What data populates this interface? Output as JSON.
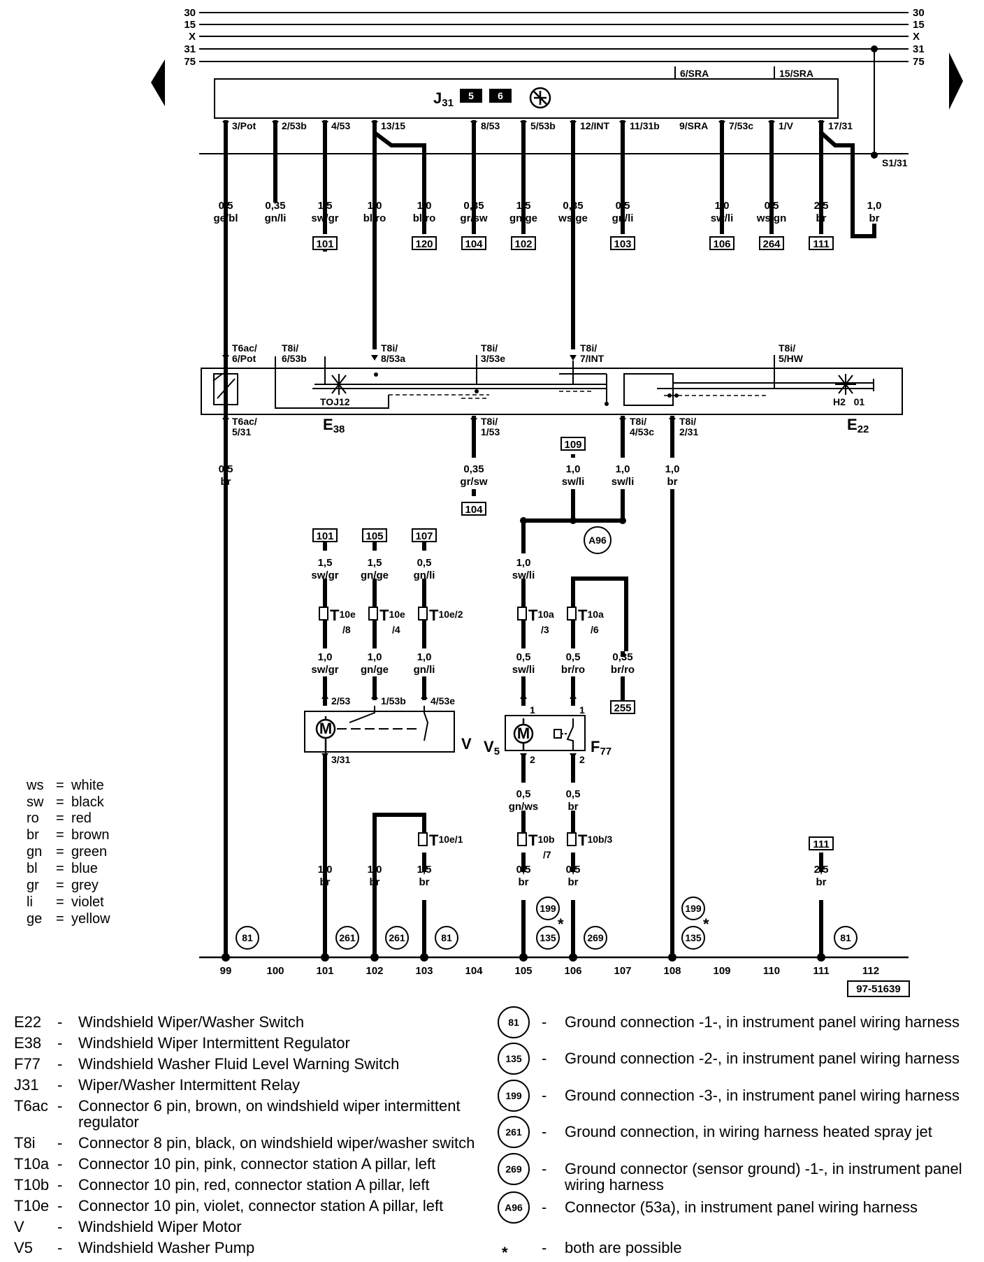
{
  "diagram_id": "97-51639",
  "bus_lines": [
    "30",
    "15",
    "X",
    "31",
    "75"
  ],
  "relay": {
    "name": "J31",
    "main": "J",
    "sub": "31",
    "boxes": [
      "5",
      "6"
    ],
    "sra_top": [
      "6/SRA",
      "15/SRA"
    ],
    "pins": [
      "3/Pot",
      "2/53b",
      "4/53",
      "13/15",
      "8/53",
      "5/53b",
      "12/INT",
      "11/31b",
      "9/SRA",
      "7/53c",
      "1/V",
      "17/31"
    ],
    "s_label": "S1/31"
  },
  "wires_top": [
    {
      "size": "0,5",
      "color": "ge/bl"
    },
    {
      "size": "0,35",
      "color": "gn/li"
    },
    {
      "size": "1,5",
      "color": "sw/gr",
      "ref": "101"
    },
    {
      "size": "1,0",
      "color": "bl/ro"
    },
    {
      "size": "1,0",
      "color": "bl/ro",
      "ref": "120"
    },
    {
      "size": "0,35",
      "color": "gr/sw",
      "ref": "104"
    },
    {
      "size": "1,5",
      "color": "gn/ge",
      "ref": "102"
    },
    {
      "size": "0,35",
      "color": "ws/ge"
    },
    {
      "size": "0,5",
      "color": "gn/li",
      "ref": "103"
    },
    {
      "size": "1,0",
      "color": "sw/li",
      "ref": "106"
    },
    {
      "size": "0,5",
      "color": "ws/gn",
      "ref": "264"
    },
    {
      "size": "2,5",
      "color": "br",
      "ref": "111"
    },
    {
      "size": "1,0",
      "color": "br"
    }
  ],
  "switch_pins_top": [
    {
      "a": "T6ac/",
      "b": "6/Pot"
    },
    {
      "a": "T8i/",
      "b": "6/53b"
    },
    {
      "a": "T8i/",
      "b": "8/53a"
    },
    {
      "a": "T8i/",
      "b": "3/53e"
    },
    {
      "a": "T8i/",
      "b": "7/INT"
    },
    {
      "a": "T8i/",
      "b": "5/HW"
    }
  ],
  "switch_pins_bottom": [
    {
      "a": "T6ac/",
      "b": "5/31"
    },
    {
      "a": "T8i/",
      "b": "1/53"
    },
    {
      "a": "T8i/",
      "b": "4/53c"
    },
    {
      "a": "T8i/",
      "b": "2/31"
    }
  ],
  "switch_marks": {
    "left": "TOJ12",
    "right": "H2   01"
  },
  "components": {
    "e38_main": "E",
    "e38_sub": "38",
    "e22_main": "E",
    "e22_sub": "22",
    "v": "V",
    "v5_main": "V",
    "v5_sub": "5",
    "f77_main": "F",
    "f77_sub": "77",
    "motor": "M"
  },
  "mid_wires": [
    {
      "ref": "104",
      "size": "0,35",
      "color": "gr/sw"
    },
    {
      "ref": "109",
      "size": "1,0",
      "color": "sw/li"
    },
    {
      "size": "1,0",
      "color": "sw/li"
    },
    {
      "size": "0,5",
      "color": "br"
    },
    {
      "size": "1,0",
      "color": "br"
    }
  ],
  "lower_refs": [
    "101",
    "105",
    "107"
  ],
  "lower_wires_a": [
    {
      "size": "1,5",
      "color": "sw/gr"
    },
    {
      "size": "1,5",
      "color": "gn/ge"
    },
    {
      "size": "0,5",
      "color": "gn/li"
    },
    {
      "size": "1,0",
      "color": "sw/li"
    }
  ],
  "connectors_mid": [
    {
      "main": "T",
      "sub": "10e",
      "pin": "/8"
    },
    {
      "main": "T",
      "sub": "10e",
      "pin": "/4"
    },
    {
      "main": "T",
      "sub": "10e/2",
      "pin": ""
    },
    {
      "main": "T",
      "sub": "10a",
      "pin": "/3"
    },
    {
      "main": "T",
      "sub": "10a",
      "pin": "/6"
    }
  ],
  "lower_wires_b": [
    {
      "size": "1,0",
      "color": "sw/gr"
    },
    {
      "size": "1,0",
      "color": "gn/ge"
    },
    {
      "size": "1,0",
      "color": "gn/li"
    },
    {
      "size": "0,5",
      "color": "sw/li"
    },
    {
      "size": "0,5",
      "color": "br/ro"
    },
    {
      "size": "0,35",
      "color": "br/ro",
      "ref": "255"
    }
  ],
  "motor_pins": [
    "2/53",
    "1/53b",
    "4/53e",
    "3/31"
  ],
  "pump_pins": [
    "1",
    "1",
    "2",
    "2"
  ],
  "lower_wires_c": [
    {
      "size": "0,5",
      "color": "gn/ws"
    },
    {
      "size": "0,5",
      "color": "br"
    }
  ],
  "connectors_low": [
    {
      "main": "T",
      "sub": "10e/1",
      "pin": ""
    },
    {
      "main": "T",
      "sub": "10b",
      "pin": "/7"
    },
    {
      "main": "T",
      "sub": "10b/3",
      "pin": ""
    }
  ],
  "ground_wires": [
    {
      "size": "1,0",
      "color": "br"
    },
    {
      "size": "1,0",
      "color": "br"
    },
    {
      "size": "1,5",
      "color": "br"
    },
    {
      "size": "0,5",
      "color": "br"
    },
    {
      "size": "0,5",
      "color": "br"
    },
    {
      "size": "2,5",
      "color": "br",
      "ref": "111"
    }
  ],
  "ground_circles": [
    "81",
    "261",
    "261",
    "81",
    "199",
    "135",
    "269",
    "199",
    "135",
    "81"
  ],
  "asterisk": "*",
  "ground_numbers": [
    "99",
    "100",
    "101",
    "102",
    "103",
    "104",
    "105",
    "106",
    "107",
    "108",
    "109",
    "110",
    "111",
    "112"
  ],
  "color_key": [
    {
      "abbr": "ws",
      "name": "white"
    },
    {
      "abbr": "sw",
      "name": "black"
    },
    {
      "abbr": "ro",
      "name": "red"
    },
    {
      "abbr": "br",
      "name": "brown"
    },
    {
      "abbr": "gn",
      "name": "green"
    },
    {
      "abbr": "bl",
      "name": "blue"
    },
    {
      "abbr": "gr",
      "name": "grey"
    },
    {
      "abbr": "li",
      "name": "violet"
    },
    {
      "abbr": "ge",
      "name": "yellow"
    }
  ],
  "legend_left": [
    {
      "code": "E22",
      "desc": "Windshield Wiper/Washer Switch"
    },
    {
      "code": "E38",
      "desc": "Windshield Wiper Intermittent Regulator"
    },
    {
      "code": "F77",
      "desc": "Windshield Washer Fluid Level Warning Switch"
    },
    {
      "code": "J31",
      "desc": "Wiper/Washer Intermittent Relay"
    },
    {
      "code": "T6ac",
      "desc": "Connector 6 pin, brown, on windshield wiper intermittent",
      "desc2": "regulator"
    },
    {
      "code": "T8i",
      "desc": "Connector 8 pin, black, on windshield wiper/washer switch"
    },
    {
      "code": "T10a",
      "desc": "Connector 10 pin, pink, connector station A pillar, left"
    },
    {
      "code": "T10b",
      "desc": "Connector 10 pin, red, connector station A pillar, left"
    },
    {
      "code": "T10e",
      "desc": "Connector 10 pin, violet, connector station A pillar, left"
    },
    {
      "code": "V",
      "desc": "Windshield Wiper Motor"
    },
    {
      "code": "V5",
      "desc": "Windshield Washer Pump"
    }
  ],
  "legend_right": [
    {
      "code": "81",
      "desc": "Ground connection -1-, in instrument panel wiring harness"
    },
    {
      "code": "135",
      "desc": "Ground connection -2-, in instrument panel wiring harness"
    },
    {
      "code": "199",
      "desc": "Ground connection -3-, in instrument panel wiring harness"
    },
    {
      "code": "261",
      "desc": "Ground connection, in wiring harness heated spray jet"
    },
    {
      "code": "269",
      "desc": "Ground connector (sensor ground) -1-, in instrument panel",
      "desc2": "wiring harness"
    },
    {
      "code": "A96",
      "desc": "Connector (53a), in instrument panel wiring harness"
    },
    {
      "code": "*",
      "desc": "both are possible"
    }
  ],
  "dash": "-"
}
